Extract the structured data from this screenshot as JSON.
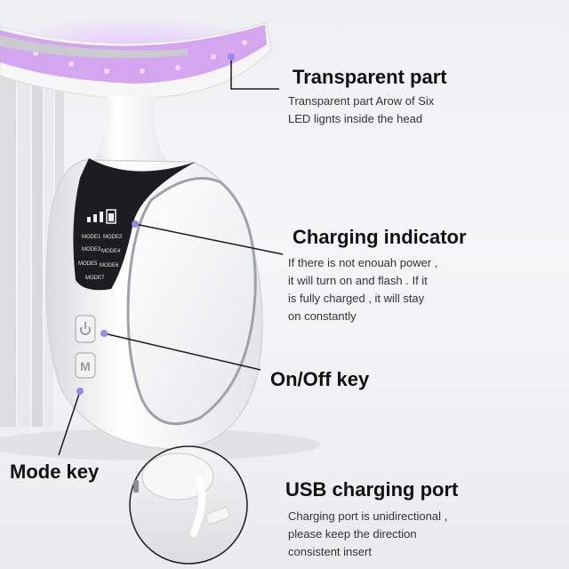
{
  "annotations": {
    "transparent_part": {
      "title": "Transparent part",
      "body": [
        "Transparent part Arow of Six",
        "LED lignts inside the head"
      ]
    },
    "charging_indicator": {
      "title": "Charging indicator",
      "body": [
        "If there is not enouah power ,",
        "it will turn on and flash . If it",
        "is fully charged , it will stay",
        "on constantly"
      ]
    },
    "onoff_key": {
      "title": "On/Off key"
    },
    "mode_key": {
      "title": "Mode key"
    },
    "usb_port": {
      "title": "USB charging port",
      "body": [
        "Charging port is unidirectional ,",
        "please keep the direction",
        "consistent insert"
      ]
    }
  },
  "device": {
    "mode_labels": [
      "MODE1",
      "MODE2",
      "MODE3",
      "MODE4",
      "MODE5",
      "MODE6",
      "MODE7"
    ],
    "mode_key_label": "M"
  },
  "colors": {
    "led_purple": "#c58ce8",
    "device_white": "#f4f5f6",
    "panel_black": "#1c1d20",
    "accent_dot": "#9a86e6",
    "callout_line": "#1a1a1a"
  },
  "icons": [
    "power-icon",
    "battery-icon"
  ]
}
